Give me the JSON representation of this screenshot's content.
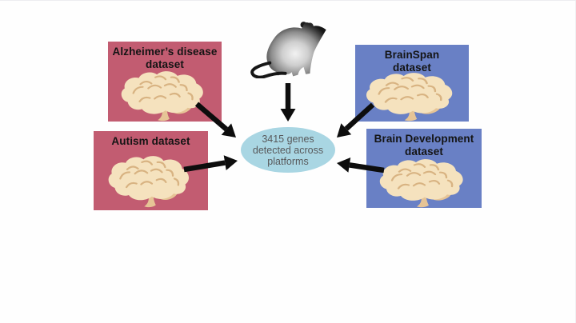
{
  "diagram": {
    "title_hint": "Gene datasets converging across platforms",
    "center_node": {
      "line1": "3415 genes",
      "line2": "detected across",
      "line3": "platforms",
      "fill_color": "#a9d6e3",
      "text_color": "#58595b"
    },
    "datasets": {
      "alzheimers": {
        "line1": "Alzheimer’s disease",
        "line2": "dataset",
        "color": "#c25c71"
      },
      "autism": {
        "line1": "Autism dataset",
        "color": "#c25c71"
      },
      "brainspan": {
        "line1": "BrainSpan",
        "line2": "dataset",
        "color": "#6980c5"
      },
      "brain_development": {
        "line1": "Brain Development",
        "line2": "dataset",
        "color": "#6980c5"
      }
    },
    "icons": {
      "brain": "brain-icon",
      "mouse": "mouse-silhouette-icon"
    },
    "arrow_color": "#0d0d0d",
    "brain_colors": {
      "fill": "#f5e2be",
      "detail": "#d8b382",
      "stem": "#e6c496"
    }
  }
}
